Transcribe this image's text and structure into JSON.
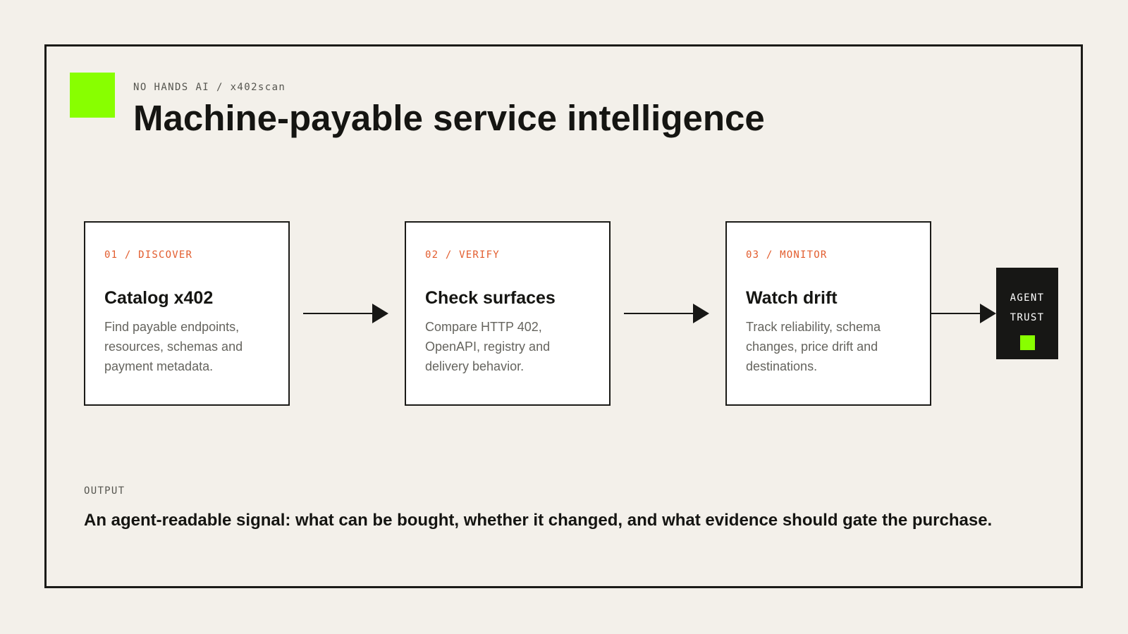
{
  "header": {
    "eyebrow": "NO HANDS AI / x402scan",
    "title": "Machine-payable service intelligence"
  },
  "steps": [
    {
      "label": "01 / DISCOVER",
      "title": "Catalog x402",
      "description": "Find payable endpoints, resources, schemas and payment metadata."
    },
    {
      "label": "02 / VERIFY",
      "title": "Check surfaces",
      "description": "Compare HTTP 402, OpenAPI, registry and delivery behavior."
    },
    {
      "label": "03 / MONITOR",
      "title": "Watch drift",
      "description": "Track reliability, schema changes, price drift and destinations."
    }
  ],
  "terminal": {
    "line1": "AGENT",
    "line2": "TRUST"
  },
  "output": {
    "label": "OUTPUT",
    "statement": "An agent-readable signal: what can be bought, whether it changed, and what evidence should gate the purchase."
  },
  "colors": {
    "background": "#f3f0ea",
    "ink": "#151512",
    "accent": "#88ff00",
    "step_label": "#e25c2d",
    "muted_text": "#65645e"
  }
}
